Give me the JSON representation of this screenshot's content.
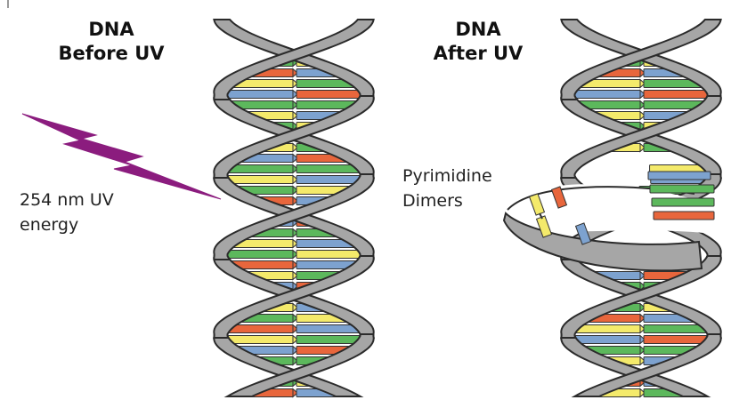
{
  "left_panel": {
    "title_line1": "DNA",
    "title_line2": "Before UV"
  },
  "right_panel": {
    "title_line1": "DNA",
    "title_line2": "After UV"
  },
  "uv_label": {
    "line1": "254 nm UV",
    "line2": "energy"
  },
  "dimer_label": {
    "line1": "Pyrimidine",
    "line2": "Dimers"
  },
  "colors": {
    "backbone_fill": "#a6a6a6",
    "backbone_stroke": "#2b2b2b",
    "lightning": "#8b1c7e",
    "base_green": "#5cb85c",
    "base_yellow": "#f4ea6b",
    "base_red": "#e8663c",
    "base_blue": "#7da2cf"
  }
}
